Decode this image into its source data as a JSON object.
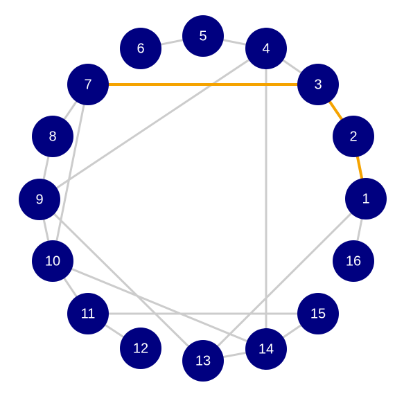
{
  "colors": {
    "background": "#ffffff",
    "node_fill": "#000080",
    "node_text": "#ffffff",
    "edge": "#cccccc",
    "highlight_edge": "#f5a300"
  },
  "graph": {
    "nodes": [
      {
        "id": 1,
        "label": "1"
      },
      {
        "id": 2,
        "label": "2"
      },
      {
        "id": 3,
        "label": "3"
      },
      {
        "id": 4,
        "label": "4"
      },
      {
        "id": 5,
        "label": "5"
      },
      {
        "id": 6,
        "label": "6"
      },
      {
        "id": 7,
        "label": "7"
      },
      {
        "id": 8,
        "label": "8"
      },
      {
        "id": 9,
        "label": "9"
      },
      {
        "id": 10,
        "label": "10"
      },
      {
        "id": 11,
        "label": "11"
      },
      {
        "id": 12,
        "label": "12"
      },
      {
        "id": 13,
        "label": "13"
      },
      {
        "id": 14,
        "label": "14"
      },
      {
        "id": 15,
        "label": "15"
      },
      {
        "id": 16,
        "label": "16"
      }
    ],
    "edges": [
      {
        "from": 1,
        "to": 16,
        "highlighted": false
      },
      {
        "from": 4,
        "to": 5,
        "highlighted": false
      },
      {
        "from": 5,
        "to": 6,
        "highlighted": false
      },
      {
        "from": 4,
        "to": 3,
        "highlighted": false
      },
      {
        "from": 7,
        "to": 8,
        "highlighted": false
      },
      {
        "from": 8,
        "to": 9,
        "highlighted": false
      },
      {
        "from": 9,
        "to": 10,
        "highlighted": false
      },
      {
        "from": 10,
        "to": 11,
        "highlighted": false
      },
      {
        "from": 11,
        "to": 12,
        "highlighted": false
      },
      {
        "from": 13,
        "to": 14,
        "highlighted": false
      },
      {
        "from": 14,
        "to": 15,
        "highlighted": false
      },
      {
        "from": 4,
        "to": 9,
        "highlighted": false
      },
      {
        "from": 4,
        "to": 14,
        "highlighted": false
      },
      {
        "from": 7,
        "to": 10,
        "highlighted": false
      },
      {
        "from": 9,
        "to": 13,
        "highlighted": false
      },
      {
        "from": 10,
        "to": 14,
        "highlighted": false
      },
      {
        "from": 11,
        "to": 15,
        "highlighted": false
      },
      {
        "from": 1,
        "to": 13,
        "highlighted": false
      },
      {
        "from": 7,
        "to": 3,
        "highlighted": true
      },
      {
        "from": 3,
        "to": 2,
        "highlighted": true
      },
      {
        "from": 2,
        "to": 1,
        "highlighted": true
      }
    ]
  }
}
